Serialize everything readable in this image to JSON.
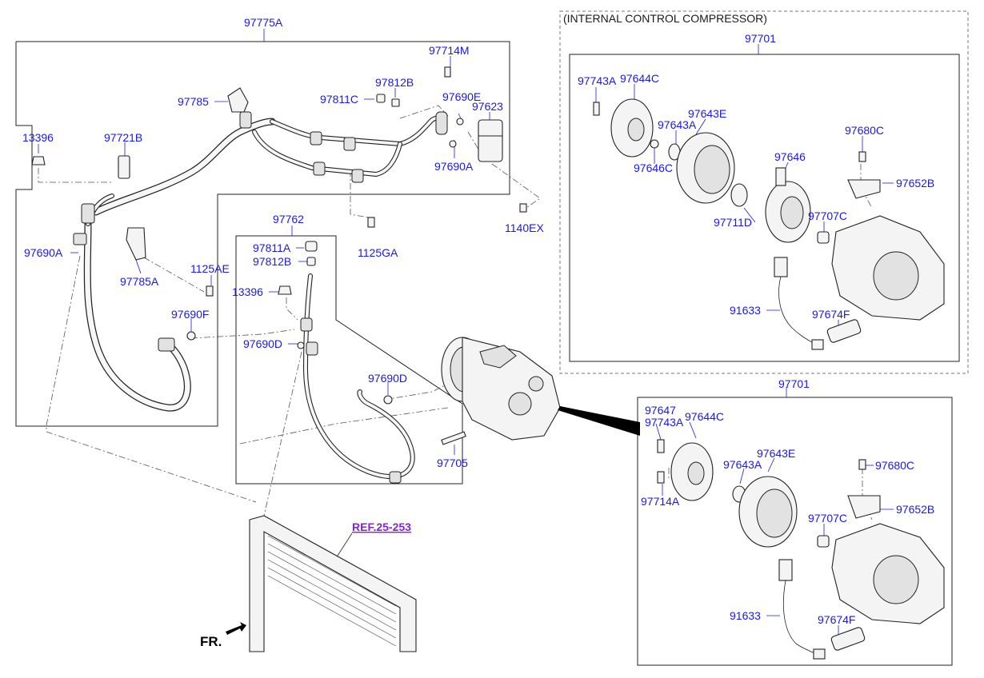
{
  "diagram": {
    "header": "(INTERNAL CONTROL COMPRESSOR)",
    "ref_link": "REF.25-253",
    "front_label": "FR.",
    "labels": [
      {
        "id": "97775A",
        "text": "97775A"
      },
      {
        "id": "97714M",
        "text": "97714M"
      },
      {
        "id": "97812B-top",
        "text": "97812B"
      },
      {
        "id": "97785",
        "text": "97785"
      },
      {
        "id": "97811C",
        "text": "97811C"
      },
      {
        "id": "97690E",
        "text": "97690E"
      },
      {
        "id": "97623",
        "text": "97623"
      },
      {
        "id": "13396-top",
        "text": "13396"
      },
      {
        "id": "97721B",
        "text": "97721B"
      },
      {
        "id": "97690A-right",
        "text": "97690A"
      },
      {
        "id": "1140EX",
        "text": "1140EX"
      },
      {
        "id": "1125GA",
        "text": "1125GA"
      },
      {
        "id": "97762",
        "text": "97762"
      },
      {
        "id": "97811A",
        "text": "97811A"
      },
      {
        "id": "97812B-mid",
        "text": "97812B"
      },
      {
        "id": "97690A-left",
        "text": "97690A"
      },
      {
        "id": "97785A",
        "text": "97785A"
      },
      {
        "id": "1125AE",
        "text": "1125AE"
      },
      {
        "id": "13396-mid",
        "text": "13396"
      },
      {
        "id": "97690F",
        "text": "97690F"
      },
      {
        "id": "97690D-left",
        "text": "97690D"
      },
      {
        "id": "97690D-right",
        "text": "97690D"
      },
      {
        "id": "97705",
        "text": "97705"
      },
      {
        "id": "97701-top",
        "text": "97701"
      },
      {
        "id": "97743A-top",
        "text": "97743A"
      },
      {
        "id": "97644C-top",
        "text": "97644C"
      },
      {
        "id": "97643E-top",
        "text": "97643E"
      },
      {
        "id": "97643A-top",
        "text": "97643A"
      },
      {
        "id": "97680C-top",
        "text": "97680C"
      },
      {
        "id": "97646C",
        "text": "97646C"
      },
      {
        "id": "97646",
        "text": "97646"
      },
      {
        "id": "97652B-top",
        "text": "97652B"
      },
      {
        "id": "97711D",
        "text": "97711D"
      },
      {
        "id": "97707C-top",
        "text": "97707C"
      },
      {
        "id": "91633-top",
        "text": "91633"
      },
      {
        "id": "97674F-top",
        "text": "97674F"
      },
      {
        "id": "97701-bottom",
        "text": "97701"
      },
      {
        "id": "97647",
        "text": "97647"
      },
      {
        "id": "97743A-bottom",
        "text": "97743A"
      },
      {
        "id": "97644C-bottom",
        "text": "97644C"
      },
      {
        "id": "97643E-bottom",
        "text": "97643E"
      },
      {
        "id": "97643A-bottom",
        "text": "97643A"
      },
      {
        "id": "97680C-bottom",
        "text": "97680C"
      },
      {
        "id": "97652B-bottom",
        "text": "97652B"
      },
      {
        "id": "97714A",
        "text": "97714A"
      },
      {
        "id": "97707C-bottom",
        "text": "97707C"
      },
      {
        "id": "91633-bottom",
        "text": "91633"
      },
      {
        "id": "97674F-bottom",
        "text": "97674F"
      }
    ]
  }
}
